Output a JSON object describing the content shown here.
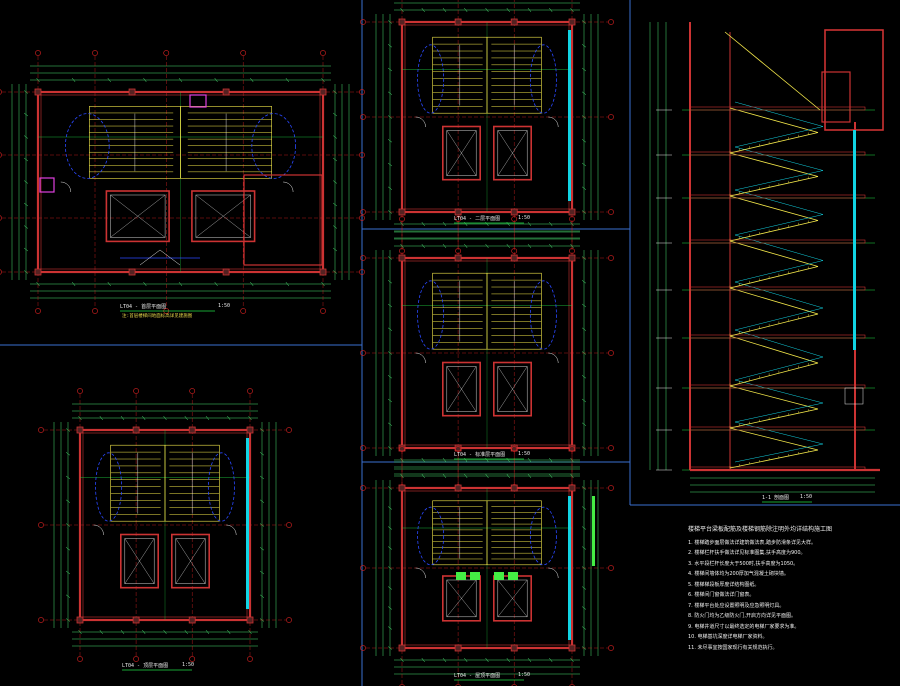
{
  "app": {
    "title": ""
  },
  "colors": {
    "background": "#000000",
    "wall": "#cc3333",
    "stair": "#f4e84a",
    "grid": "#22dd44",
    "dimension": "#48e070",
    "axis": "#dd2222",
    "dashed_arc": "#2a48ff",
    "glass": "#11d4e4",
    "text": "#e8e8e8",
    "magenta": "#e040e0",
    "panel_border": "#3a6fd0"
  },
  "drawings": [
    {
      "id": "plan-1",
      "title": "LT04 - 首层平面图",
      "scale": "1:50",
      "sub": "注:首层楼梯间地面标高详见建施图"
    },
    {
      "id": "plan-2",
      "title": "LT04 - 二层平面图",
      "scale": "1:50"
    },
    {
      "id": "plan-3",
      "title": "LT04 - 标准层平面图",
      "scale": "1:50"
    },
    {
      "id": "plan-4",
      "title": "LT04 - 顶层平面图",
      "scale": "1:50"
    },
    {
      "id": "plan-5",
      "title": "LT04 - 屋顶平面图",
      "scale": "1:50"
    },
    {
      "id": "section-1",
      "title": "1-1 剖面图",
      "scale": "1:50"
    }
  ],
  "notes": {
    "title": "楼梯平台梁板配筋及楼梯钢筋除注明外均详结构施工图",
    "items": [
      "1. 楼梯踏步面层做法详建筑做法表,踏步防滑条详见大样。",
      "2. 楼梯栏杆扶手做法详见标准图集,扶手高度为900。",
      "3. 水平段栏杆长度大于500时,扶手高度为1050。",
      "4. 楼梯间墙体均为200厚加气混凝土砌块墙。",
      "5. 楼梯梯段板厚度详结构图纸。",
      "6. 楼梯间门窗做法详门窗表。",
      "7. 楼梯平台处应设置照明及应急照明灯具。",
      "8. 防火门均为乙级防火门,开启方向详见平面图。",
      "9. 电梯井道尺寸以最终选定的电梯厂家要求为准。",
      "10. 电梯基坑深度详电梯厂家资料。",
      "11. 未尽事宜按国家现行有关规范执行。"
    ]
  }
}
